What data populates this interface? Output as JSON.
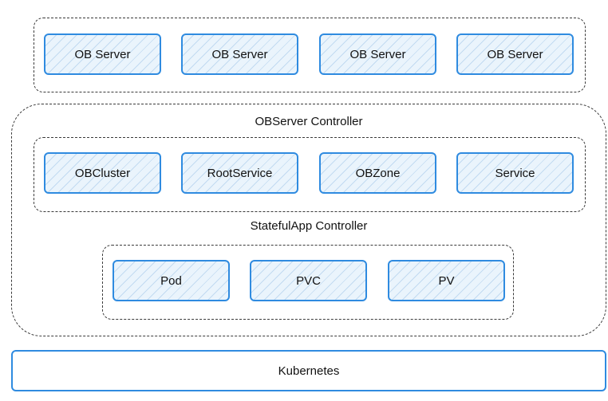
{
  "top_group": {
    "servers": [
      "OB Server",
      "OB Server",
      "OB Server",
      "OB Server"
    ]
  },
  "controller": {
    "title": "OBServer Controller",
    "resources": [
      "OBCluster",
      "RootService",
      "OBZone",
      "Service"
    ],
    "subtitle": "StatefulApp Controller",
    "stateful_resources": [
      "Pod",
      "PVC",
      "PV"
    ]
  },
  "base": {
    "label": "Kubernetes"
  },
  "colors": {
    "node_border": "#2f8be0",
    "node_fill": "#eaf4fc",
    "group_border": "#3a3a3a"
  }
}
